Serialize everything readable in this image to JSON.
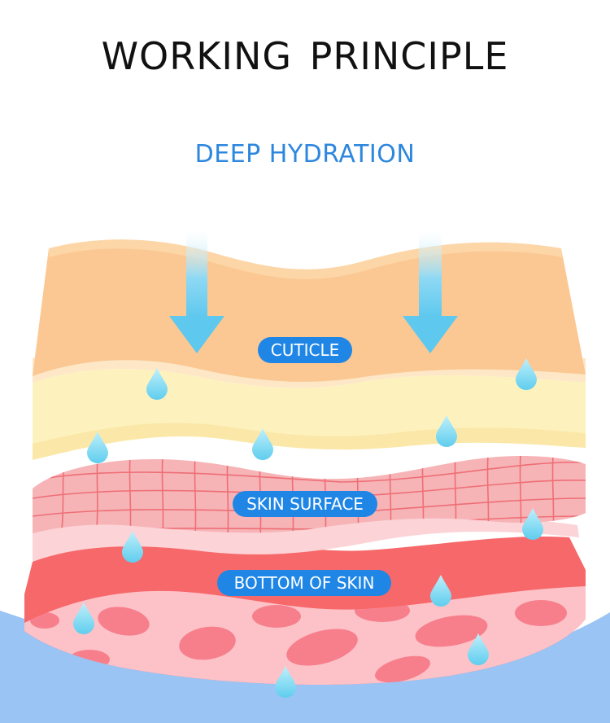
{
  "header": {
    "title": "WORKING  PRINCIPLE",
    "subtitle": "DEEP HYDRATION"
  },
  "labels": {
    "cuticle": "CUTICLE",
    "skin_surface": "SKIN SURFACE",
    "bottom_of_skin": "BOTTOM OF SKIN"
  },
  "colors": {
    "accent": "#2d87de",
    "pill": "#1f86e6",
    "cuticle": "#fbc893",
    "cream": "#fdf2be",
    "skin_surface": "#f6b4b7",
    "grid_lines": "#ee6e76",
    "bottom": "#f7686a",
    "dermis": "#fcc2c8",
    "cells": "#f77f8c",
    "water_base": "#99c4f4",
    "drop": "#7fdcf2"
  },
  "icons": [
    "down-arrow-icon",
    "water-drop-icon"
  ]
}
